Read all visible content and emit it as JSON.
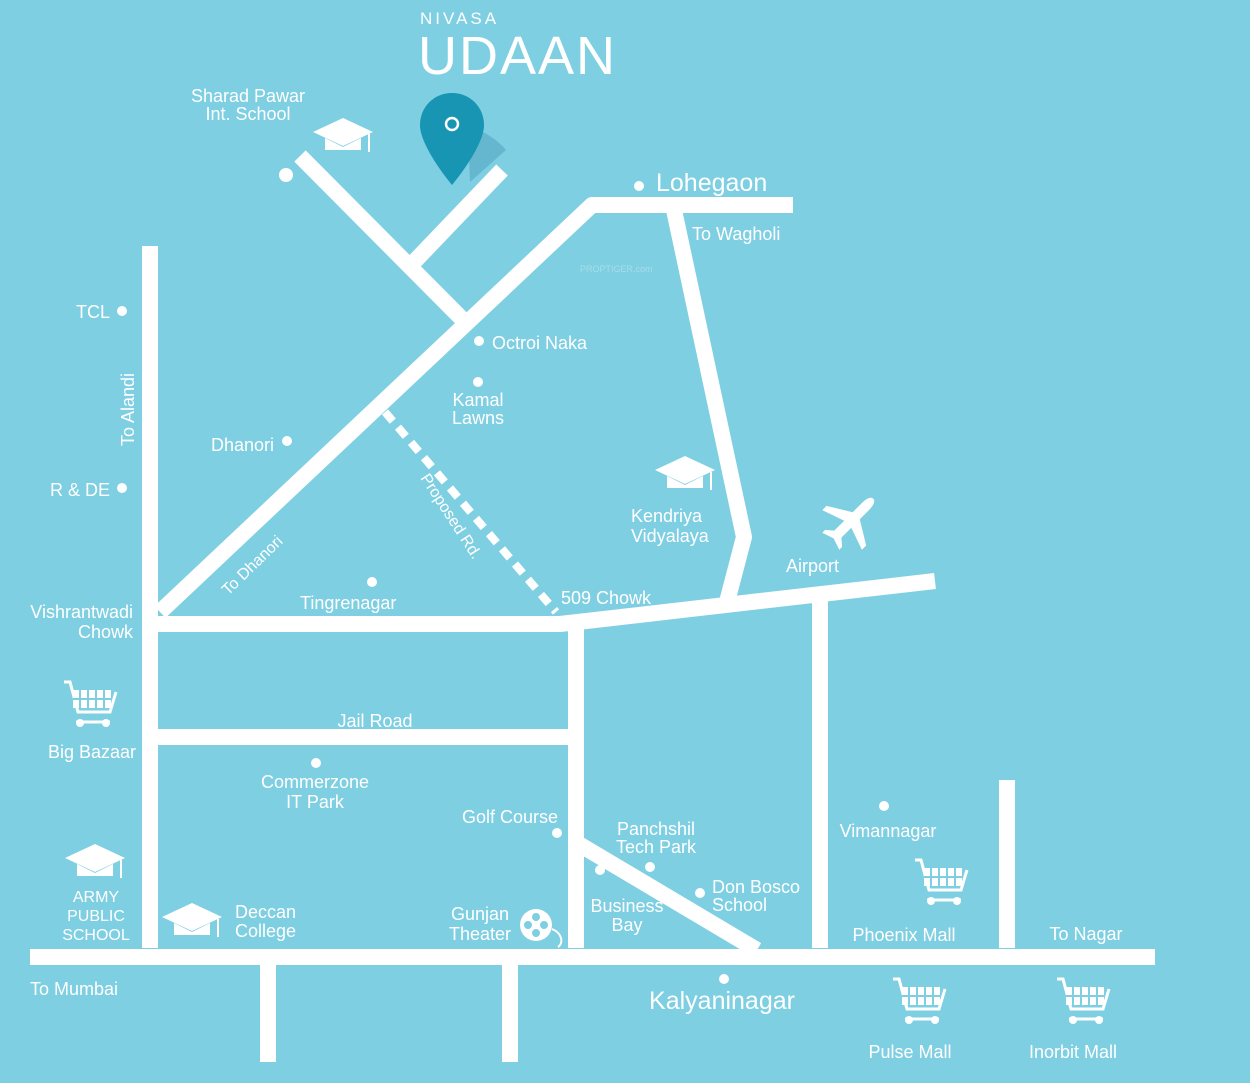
{
  "brand": {
    "top": "NIVASA",
    "main": "UDAAN",
    "watermark": "PROPTIGER.com"
  },
  "colors": {
    "background": "#7fcfe2",
    "road": "#ffffff",
    "marker": "#1795b3"
  },
  "places": {
    "sharad_pawar_1": "Sharad Pawar",
    "sharad_pawar_2": "Int. School",
    "lohegaon": "Lohegaon",
    "to_wagholi": "To Wagholi",
    "tcl": "TCL",
    "to_alandi": "To Alandi",
    "octroi_naka": "Octroi Naka",
    "kamal_1": "Kamal",
    "kamal_2": "Lawns",
    "dhanori": "Dhanori",
    "rde": "R & DE",
    "proposed_rd": "Proposed Rd.",
    "kendriya_1": "Kendriya",
    "kendriya_2": "Vidyalaya",
    "airport": "Airport",
    "to_dhanori": "To Dhanori",
    "tingrenagar": "Tingrenagar",
    "chowk_509": "509 Chowk",
    "vishrantwadi_1": "Vishrantwadi",
    "vishrantwadi_2": "Chowk",
    "big_bazaar": "Big Bazaar",
    "jail_road": "Jail Road",
    "commerzone_1": "Commerzone",
    "commerzone_2": "IT Park",
    "golf_course": "Golf Course",
    "panchshil_1": "Panchshil",
    "panchshil_2": "Tech Park",
    "vimannagar": "Vimannagar",
    "army_1": "ARMY",
    "army_2": "PUBLIC",
    "army_3": "SCHOOL",
    "deccan_1": "Deccan",
    "deccan_2": "College",
    "gunjan_1": "Gunjan",
    "gunjan_2": "Theater",
    "business_1": "Business",
    "business_2": "Bay",
    "donbosco_1": "Don Bosco",
    "donbosco_2": "School",
    "phoenix_mall": "Phoenix Mall",
    "to_nagar": "To Nagar",
    "to_mumbai": "To Mumbai",
    "kalyaninagar": "Kalyaninagar",
    "pulse_mall": "Pulse Mall",
    "inorbit_mall": "Inorbit Mall"
  },
  "icons": {
    "school": "graduation-cap-icon",
    "mall": "shopping-cart-icon",
    "airport": "airplane-icon",
    "theater": "film-reel-icon",
    "project": "location-pin-icon"
  }
}
